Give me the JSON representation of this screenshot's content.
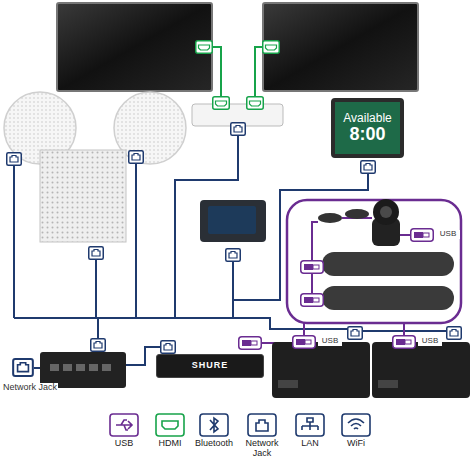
{
  "diagram": {
    "nodes": [
      {
        "text": [
          "Available",
          "8:00"
        ]
      },
      {
        "text": [
          "SHURE"
        ]
      }
    ],
    "labels": [
      "USB",
      "USB",
      "USB",
      "Network Jack"
    ],
    "legend": [
      {
        "text": "USB"
      },
      {
        "text": "HDMI"
      },
      {
        "text": "Bluetooth"
      },
      {
        "text": "Network Jack"
      },
      {
        "text": "LAN"
      },
      {
        "text": "WiFi"
      }
    ]
  }
}
